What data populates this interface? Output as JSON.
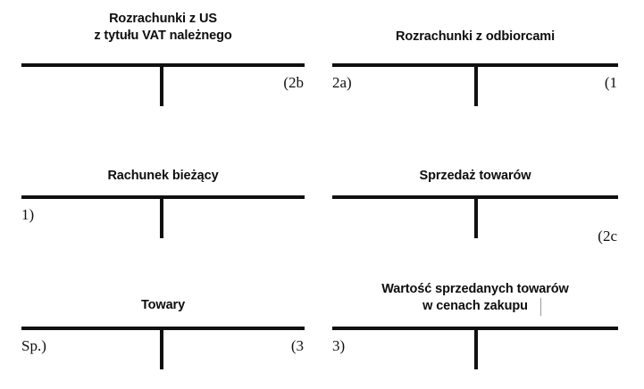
{
  "diagram": {
    "type": "t-account-ledger-diagram",
    "language": "pl",
    "background_color": "#ffffff",
    "line_color": "#101010",
    "text_color": "#0d0d0d",
    "caret_color": "#9a9a9a",
    "accounts": [
      {
        "id": "rozrachunki-z-us-vat-nalezny",
        "title_line1": "Rozrachunki z US",
        "title_line2": "z tytułu VAT należnego",
        "debit_marker": "",
        "credit_marker": "(2b"
      },
      {
        "id": "rozrachunki-z-odbiorcami",
        "title_line1": "Rozrachunki z odbiorcami",
        "title_line2": "",
        "debit_marker": "2a)",
        "credit_marker": "(1"
      },
      {
        "id": "rachunek-biezacy",
        "title_line1": "Rachunek bieżący",
        "title_line2": "",
        "debit_marker": "1)",
        "credit_marker": ""
      },
      {
        "id": "sprzedaz-towarow",
        "title_line1": "Sprzedaż towarów",
        "title_line2": "",
        "debit_marker": "",
        "credit_marker": "(2c"
      },
      {
        "id": "towary",
        "title_line1": "Towary",
        "title_line2": "",
        "debit_marker": "Sp.)",
        "credit_marker": "(3"
      },
      {
        "id": "wartosc-sprzedanych-towarow",
        "title_line1": "Wartość sprzedanych towarów",
        "title_line2": "w cenach zakupu",
        "debit_marker": "3)",
        "credit_marker": ""
      }
    ]
  }
}
